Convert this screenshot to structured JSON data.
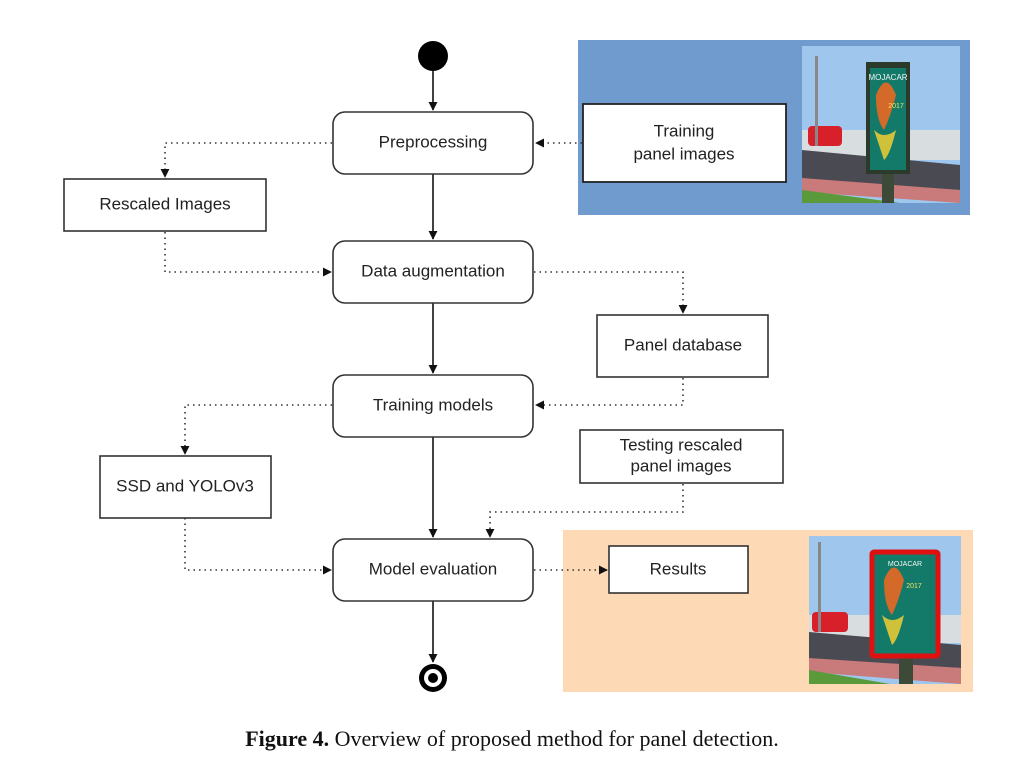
{
  "figure": {
    "caption_label": "Figure 4.",
    "caption_text": " Overview of proposed method for panel detection."
  },
  "colors": {
    "training_group_bg": "#6f9bcf",
    "results_group_bg": "#fdd9b5",
    "detection_box": "#e01010"
  },
  "nodes": {
    "start": "start-node",
    "preprocessing": "Preprocessing",
    "data_augmentation": "Data augmentation",
    "training_models": "Training models",
    "model_evaluation": "Model evaluation",
    "end": "end-node"
  },
  "artifacts": {
    "training_panel_images_line1": "Training",
    "training_panel_images_line2": "panel images",
    "rescaled_images": "Rescaled Images",
    "panel_database": "Panel database",
    "ssd_yolo": "SSD and YOLOv3",
    "testing_rescaled_line1": "Testing rescaled",
    "testing_rescaled_line2": "panel images",
    "results": "Results"
  },
  "images": {
    "training_photo": "Billboard photo: MOJACAR Moros y Cristianos 2017 panel by roadside",
    "result_photo": "Billboard photo with red detection bounding box",
    "poster_title": "MOJACAR",
    "poster_year": "2017"
  }
}
